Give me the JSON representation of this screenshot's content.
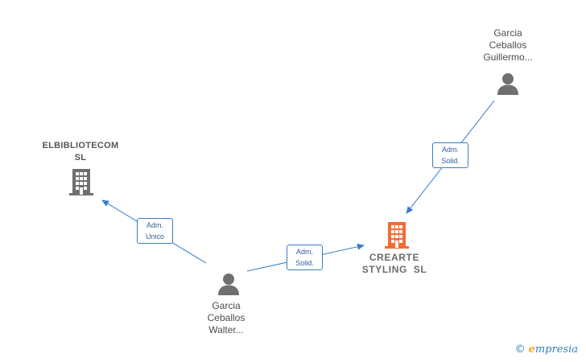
{
  "colors": {
    "edge": "#3a7dc9",
    "person_icon": "#6f6f6f",
    "company_icon": "#6f6f6f",
    "company_main_icon": "#f26b35"
  },
  "nodes": {
    "person_guillermo": {
      "lines": [
        "Garcia",
        "Ceballos",
        "Guillermo..."
      ],
      "icon": "person-icon"
    },
    "company_elbibliotecom": {
      "lines": [
        "ELBIBLIOTECOM",
        "SL"
      ],
      "icon": "building-icon"
    },
    "company_crearte": {
      "lines": [
        "CREARTE",
        "STYLING  SL"
      ],
      "icon": "building-icon"
    },
    "person_walter": {
      "lines": [
        "Garcia",
        "Ceballos",
        "Walter..."
      ],
      "icon": "person-icon"
    }
  },
  "edges": {
    "guillermo_to_crearte": {
      "lines": [
        "Adm.",
        "Solid."
      ]
    },
    "walter_to_elbibliotecom": {
      "lines": [
        "Adm.",
        "Unico"
      ]
    },
    "walter_to_crearte": {
      "lines": [
        "Adm.",
        "Solid."
      ]
    }
  },
  "watermark": {
    "copyright": "©",
    "brand_initial": "e",
    "brand_rest": "mpresia"
  }
}
